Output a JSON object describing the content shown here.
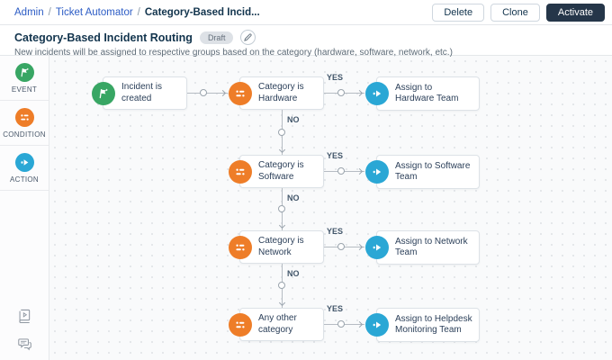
{
  "breadcrumb": {
    "items": [
      "Admin",
      "Ticket Automator",
      "Category-Based Incid..."
    ],
    "separator": "/"
  },
  "toolbar": {
    "delete_label": "Delete",
    "clone_label": "Clone",
    "activate_label": "Activate"
  },
  "header": {
    "title": "Category-Based Incident Routing",
    "status_badge": "Draft",
    "edit_icon": "pencil-icon",
    "description": "New incidents will be assigned to respective groups based on the category (hardware, software, network, etc.)"
  },
  "sidebar": {
    "palette": [
      {
        "label": "EVENT",
        "icon": "flag-event-icon",
        "color": "#38a664"
      },
      {
        "label": "CONDITION",
        "icon": "sliders-condition-icon",
        "color": "#ee7d28"
      },
      {
        "label": "ACTION",
        "icon": "forward-arrow-action-icon",
        "color": "#2aa7d5"
      }
    ],
    "footer_icons": [
      "guide-book-icon",
      "feedback-chat-icon"
    ]
  },
  "flow": {
    "event": {
      "label": "Incident is created"
    },
    "rows": [
      {
        "condition": "Category is Hardware",
        "yes_label": "YES",
        "no_label": "NO",
        "action": "Assign to Hardware Team"
      },
      {
        "condition": "Category is Software",
        "yes_label": "YES",
        "no_label": "NO",
        "action": "Assign to Software Team"
      },
      {
        "condition": "Category is Network",
        "yes_label": "YES",
        "no_label": "NO",
        "action": "Assign to Network Team"
      },
      {
        "condition": "Any other category",
        "yes_label": "YES",
        "action": "Assign to Helpdesk Monitoring Team"
      }
    ]
  },
  "colors": {
    "event_green": "#38a664",
    "condition_orange": "#ee7d28",
    "action_blue": "#2aa7d5",
    "primary_button_dark": "#253649",
    "link_blue": "#2c5cc5",
    "canvas_bg": "#f9fafb",
    "connector_gray": "#b6bcc3"
  }
}
